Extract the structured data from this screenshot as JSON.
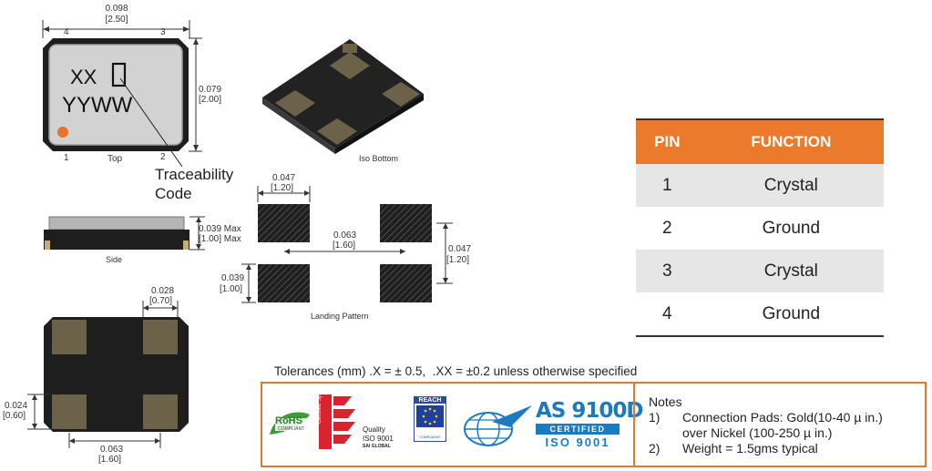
{
  "diagram": {
    "top_view": {
      "width_in": "0.098",
      "width_mm": "[2.50]",
      "height_in": "0.079",
      "height_mm": "[2.00]",
      "pin4": "4",
      "pin3": "3",
      "pin1": "1",
      "pin2": "2",
      "marking_line1": "XX",
      "marking_line2": "YYWW",
      "label": "Top"
    },
    "traceability_line1": "Traceability",
    "traceability_line2": "Code",
    "iso_bottom_label": "Iso Bottom",
    "side_view": {
      "height_in": "0.039 Max",
      "height_mm": "[1.00] Max",
      "label": "Side"
    },
    "landing_pattern": {
      "pad_w_in": "0.047",
      "pad_w_mm": "[1.20]",
      "pitch_in": "0.063",
      "pitch_mm": "[1.60]",
      "vpitch_in": "0.047",
      "vpitch_mm": "[1.20]",
      "pad_h_in": "0.039",
      "pad_h_mm": "[1.00]",
      "label": "Landing Pattern"
    },
    "bottom_view": {
      "pad_w_in": "0.028",
      "pad_w_mm": "[0.70]",
      "pad_h_in": "0.024",
      "pad_h_mm": "[0.60]",
      "pitch_in": "0.063",
      "pitch_mm": "[1.60]"
    }
  },
  "pin_table": {
    "headers": [
      "PIN",
      "FUNCTION"
    ],
    "rows": [
      [
        "1",
        "Crystal"
      ],
      [
        "2",
        "Ground"
      ],
      [
        "3",
        "Crystal"
      ],
      [
        "4",
        "Ground"
      ]
    ]
  },
  "tolerances": "Tolerances (mm) .X = ± 0.5,  .XX = ±0.2 unless otherwise specified",
  "certifications": {
    "rohs": "RoHS",
    "rohs_sub": "COMPLIANT",
    "certified_system": "Certified System",
    "quality": "Quality",
    "iso9001_small": "ISO 9001",
    "sai_global": "SAI GLOBAL",
    "reach": "REACH",
    "reach_sub": "COMPLIANCE",
    "as9100d": "AS 9100D",
    "certified": "CERTIFIED",
    "iso9001": "ISO 9001"
  },
  "notes": {
    "title": "Notes",
    "n1_num": "1)",
    "n1_line1": "Connection Pads: Gold(10-40 µ in.)",
    "n1_line2": "over Nickel (100-250 µ in.)",
    "n2_num": "2)",
    "n2_text": "Weight = 1.5gms typical"
  },
  "colors": {
    "accent": "#ec7a2d",
    "pad": "#6b6249",
    "body_dark": "#1e1e1e",
    "lid": "#cfcfcf",
    "pin1_dot": "#e8732c"
  }
}
